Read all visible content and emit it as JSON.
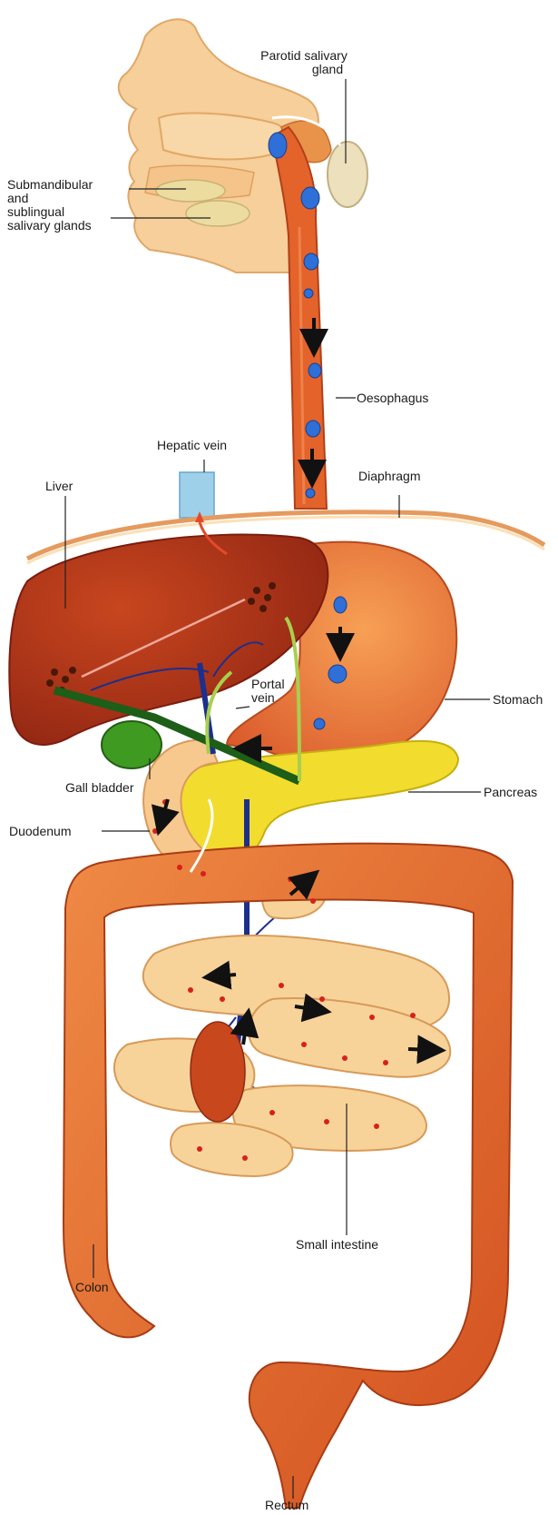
{
  "labels": {
    "parotid": [
      "Parotid salivary",
      "gland"
    ],
    "submandibular": [
      "Submandibular",
      "and",
      "sublingual",
      "salivary glands"
    ],
    "oesophagus": "Oesophagus",
    "hepatic_vein": "Hepatic vein",
    "diaphragm": "Diaphragm",
    "liver": "Liver",
    "portal_vein": [
      "Portal",
      "vein"
    ],
    "stomach": "Stomach",
    "gall_bladder": "Gall bladder",
    "pancreas": "Pancreas",
    "duodenum": "Duodenum",
    "small_intestine": "Small intestine",
    "colon": "Colon",
    "rectum": "Rectum"
  },
  "colors": {
    "skin": "#f6cf9a",
    "oesophagus": "#e4632a",
    "liver": "#b8341c",
    "stomach": "#e9783a",
    "pancreas": "#f2dc2e",
    "colon": "#e56a2e",
    "small_intestine": "#f7d39a",
    "gall_bladder": "#3f9a22",
    "portal_vein": "#1c2f8c",
    "hepatic_vein": "#9fd0ea",
    "food_blob": "#2e6fd8",
    "nutrient_dot": "#d8201a"
  }
}
